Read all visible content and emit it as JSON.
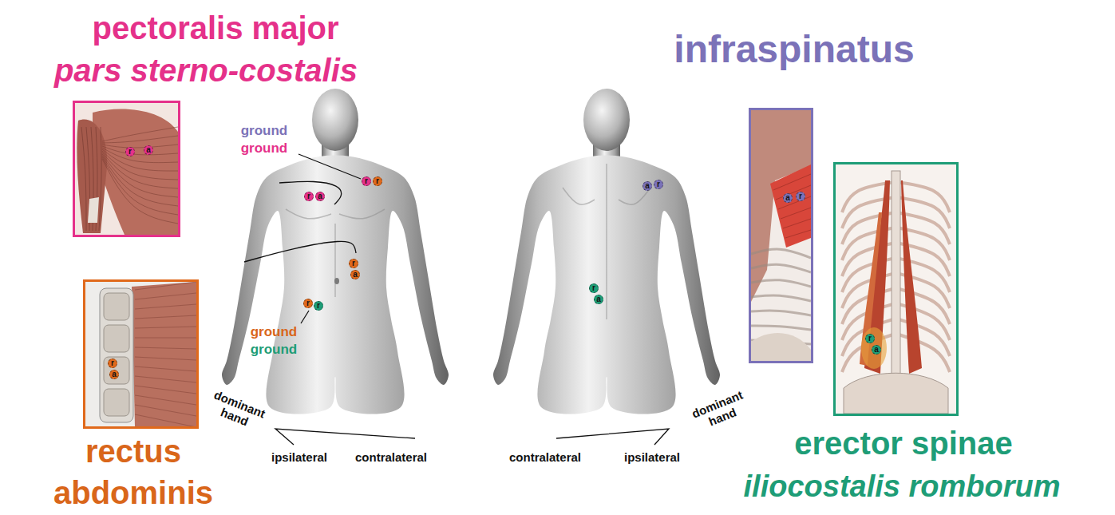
{
  "diagram": {
    "nodes": [
      {
        "text": [
          "pectoralis major",
          "pars sterno-costalis"
        ]
      },
      {
        "text": [
          "rectus abdominis"
        ]
      },
      {
        "text": [
          "infraspinatus"
        ]
      },
      {
        "text": [
          "erector spinae",
          "iliocostalis romborum"
        ]
      }
    ],
    "labels": [
      "ground",
      "ground",
      "ground",
      "ground",
      "dominant hand",
      "dominant hand",
      "ipsilateral",
      "contralateral",
      "contralateral",
      "ipsilateral",
      "r",
      "a",
      "r",
      "r",
      "r",
      "a",
      "r",
      "r",
      "a",
      "r",
      "r",
      "a",
      "r",
      "a",
      "r",
      "a",
      "a",
      "r",
      "r",
      "a"
    ]
  }
}
